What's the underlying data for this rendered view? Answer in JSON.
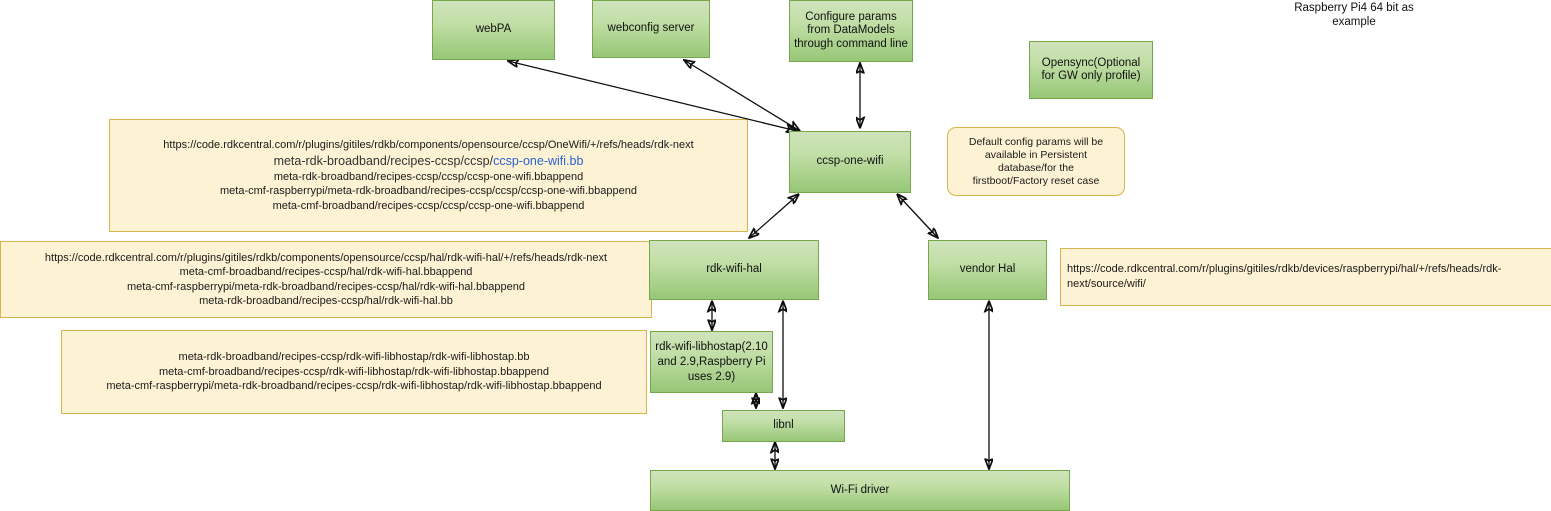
{
  "diagram": {
    "title_note": "Raspberry Pi4 64 bit as example",
    "nodes": {
      "webpa": "webPA",
      "webconfig_server": "webconfig server",
      "configure_params": "Configure params from DataModels through command line",
      "opensync": "Opensync(Optional for GW only profile)",
      "ccsp_one_wifi": "ccsp-one-wifi",
      "rdk_wifi_hal": "rdk-wifi-hal",
      "vendor_hal": "vendor Hal",
      "libhostap": "rdk-wifi-libhostap(2.10 and 2.9,Raspberry Pi uses 2.9)",
      "libnl": "libnl",
      "wifi_driver": "Wi-Fi driver"
    },
    "notes": {
      "onewifi_recipes": {
        "line1": "https://code.rdkcentral.com/r/plugins/gitiles/rdkb/components/opensource/ccsp/OneWifi/+/refs/heads/rdk-next",
        "line2_prefix": "meta-rdk-broadband/recipes-ccsp/ccsp/",
        "line2_highlight": "ccsp-one-wifi.bb",
        "line3": "meta-rdk-broadband/recipes-ccsp/ccsp/ccsp-one-wifi.bbappend",
        "line4": "meta-cmf-raspberrypi/meta-rdk-broadband/recipes-ccsp/ccsp/ccsp-one-wifi.bbappend",
        "line5": "meta-cmf-broadband/recipes-ccsp/ccsp/ccsp-one-wifi.bbappend"
      },
      "hal_recipes": {
        "line1": "https://code.rdkcentral.com/r/plugins/gitiles/rdkb/components/opensource/ccsp/hal/rdk-wifi-hal/+/refs/heads/rdk-next",
        "line2": "meta-cmf-broadband/recipes-ccsp/hal/rdk-wifi-hal.bbappend",
        "line3": "meta-cmf-raspberrypi/meta-rdk-broadband/recipes-ccsp/hal/rdk-wifi-hal.bbappend",
        "line4": "meta-rdk-broadband/recipes-ccsp/hal/rdk-wifi-hal.bb"
      },
      "libhostap_recipes": {
        "line1": "meta-rdk-broadband/recipes-ccsp/rdk-wifi-libhostap/rdk-wifi-libhostap.bb",
        "line2": "meta-cmf-broadband/recipes-ccsp/rdk-wifi-libhostap/rdk-wifi-libhostap.bbappend",
        "line3": "meta-cmf-raspberrypi/meta-rdk-broadband/recipes-ccsp/rdk-wifi-libhostap/rdk-wifi-libhostap.bbappend"
      },
      "vendor_hal_source": {
        "line1": "https://code.rdkcentral.com/r/plugins/gitiles/rdkb/devices/raspberrypi/hal/+/refs/heads/rdk-next/source/wifi/"
      },
      "default_config": {
        "line1": "Default config params will be",
        "line2": "available in Persistent",
        "line3": "database/for the",
        "line4": "firstboot/Factory reset case"
      }
    },
    "colors": {
      "node_fill_top": "#cfe3bb",
      "node_fill_bottom": "#97c777",
      "node_border": "#76a84b",
      "note_fill": "#fdf2d4",
      "note_border": "#d8b44a",
      "link_highlight": "#2a63d0",
      "arrow": "#0d0d0d"
    }
  }
}
